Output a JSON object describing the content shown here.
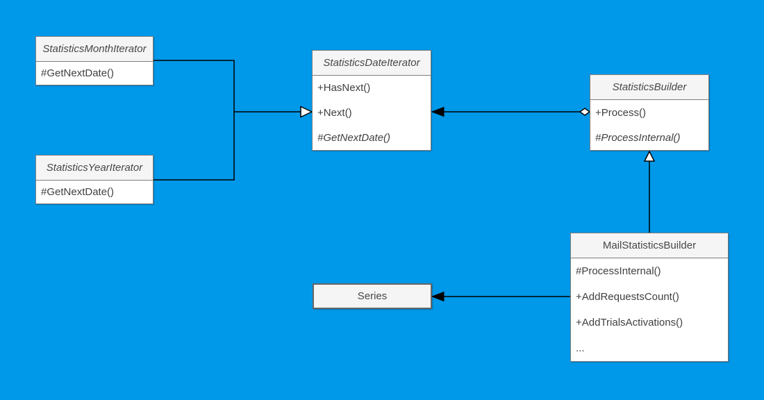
{
  "colors": {
    "canvas_background": "#0098e8",
    "class_header_fill": "#f5f5f5",
    "class_body_fill": "#ffffff",
    "class_border": "#7e7e7e",
    "series_border": "#666666",
    "connector_stroke": "#000000",
    "text_color": "#404040"
  },
  "classes": {
    "month_iterator": {
      "title": "StatisticsMonthIterator",
      "methods": [
        "#GetNextDate()"
      ]
    },
    "year_iterator": {
      "title": "StatisticsYearIterator",
      "methods": [
        "#GetNextDate()"
      ]
    },
    "date_iterator": {
      "title": "StatisticsDateIterator",
      "methods": [
        "+HasNext()",
        "+Next()",
        "#GetNextDate()"
      ]
    },
    "builder": {
      "title": "StatisticsBuilder",
      "methods": [
        "+Process()",
        "#ProcessInternal()"
      ]
    },
    "mail_builder": {
      "title": "MailStatisticsBuilder",
      "methods": [
        "#ProcessInternal()",
        "+AddRequestsCount()",
        "+AddTrialsActivations()",
        "..."
      ]
    },
    "series": {
      "title": "Series"
    }
  }
}
